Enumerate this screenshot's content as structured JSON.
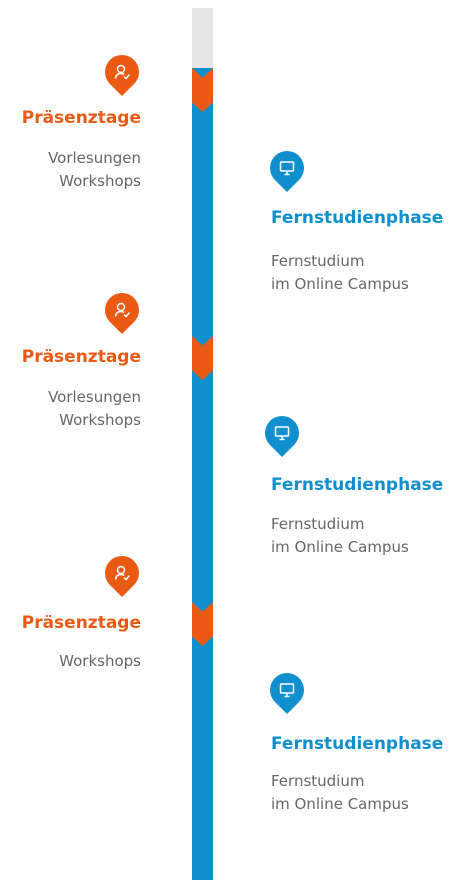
{
  "colors": {
    "praesenz": "#ea5a13",
    "fernstudium": "#0f8fce",
    "rail_top": "#e6e6e6",
    "text": "#666666"
  },
  "timeline": {
    "praesenz": [
      {
        "title": "Präsenztage",
        "lines": [
          "Vorlesungen",
          "Workshops"
        ],
        "icon": "person-check-icon"
      },
      {
        "title": "Präsenztage",
        "lines": [
          "Vorlesungen",
          "Workshops"
        ],
        "icon": "person-check-icon"
      },
      {
        "title": "Präsenztage",
        "lines": [
          "Workshops"
        ],
        "icon": "person-check-icon"
      }
    ],
    "fernstudium": [
      {
        "title": "Fernstudienphase",
        "lines": [
          "Fernstudium",
          "im Online Campus"
        ],
        "icon": "monitor-icon"
      },
      {
        "title": "Fernstudienphase",
        "lines": [
          "Fernstudium",
          "im Online Campus"
        ],
        "icon": "monitor-icon"
      },
      {
        "title": "Fernstudienphase",
        "lines": [
          "Fernstudium",
          "im Online Campus"
        ],
        "icon": "monitor-icon"
      }
    ]
  }
}
